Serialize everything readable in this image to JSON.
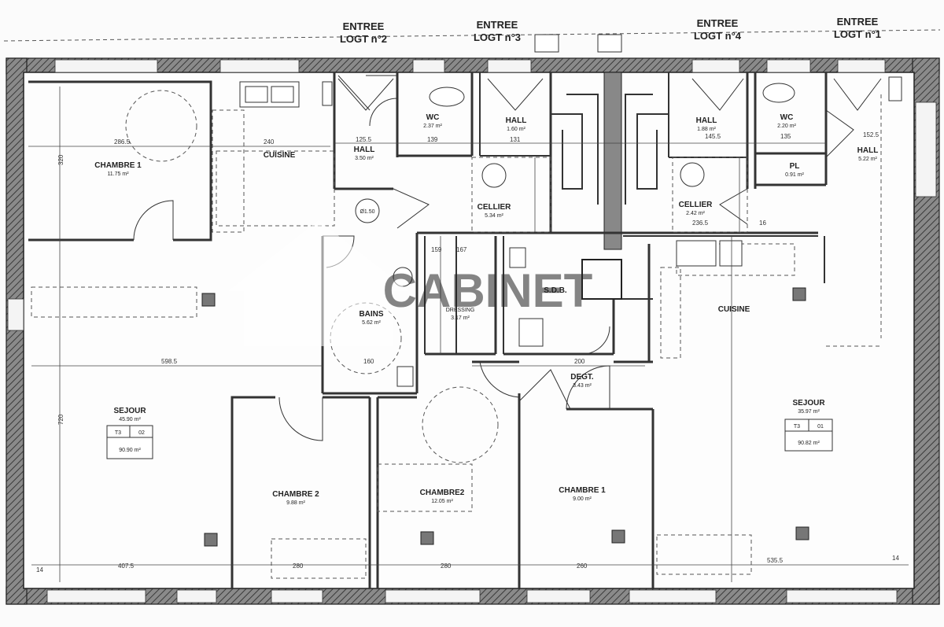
{
  "entries": [
    {
      "line1": "ENTREE",
      "line2": "LOGT n°2"
    },
    {
      "line1": "ENTREE",
      "line2": "LOGT n°3"
    },
    {
      "line1": "ENTREE",
      "line2": "LOGT n°4"
    },
    {
      "line1": "ENTREE",
      "line2": "LOGT n°1"
    }
  ],
  "left_unit": {
    "chambre1": {
      "name": "CHAMBRE 1",
      "area": "11.75 m²"
    },
    "cuisine": {
      "name": "CUISINE"
    },
    "hall": {
      "name": "HALL",
      "area": "3.50 m²"
    },
    "wc": {
      "name": "WC",
      "area": "2.37 m²"
    },
    "sejour": {
      "name": "SEJOUR",
      "area": "45.90 m²"
    },
    "tag": {
      "type": "T3",
      "num": "02",
      "total": "90.90 m²"
    },
    "chambre2": {
      "name": "CHAMBRE 2",
      "area": "9.88 m²"
    },
    "bains": {
      "name": "BAINS",
      "area": "5.62 m²"
    },
    "dressing": {
      "name": "DRESSING",
      "area": "3.17 m²"
    },
    "turning": "Ø1.50"
  },
  "center": {
    "hall3": {
      "name": "HALL",
      "area": "1.60 m²"
    },
    "cellier3": {
      "name": "CELLIER",
      "area": "5.34 m²"
    },
    "hall4": {
      "name": "HALL",
      "area": "1.88 m²"
    },
    "cellier4": {
      "name": "CELLIER",
      "area": "2.42 m²"
    },
    "chambre_mid": {
      "name": "CHAMBRE2",
      "area": "12.05 m²"
    },
    "chambre1r": {
      "name": "CHAMBRE 1",
      "area": "9.00 m²"
    },
    "degt": {
      "name": "DEGT.",
      "area": "3.43 m²"
    },
    "sdb": {
      "name": "S.D.B."
    }
  },
  "right_unit": {
    "wc": {
      "name": "WC",
      "area": "2.20 m²"
    },
    "hall": {
      "name": "HALL",
      "area": "5.22 m²"
    },
    "pl": {
      "name": "PL",
      "area": "0.91 m²"
    },
    "cuisine": {
      "name": "CUISINE"
    },
    "sejour": {
      "name": "SEJOUR",
      "area": "35.97 m²"
    },
    "tag": {
      "type": "T3",
      "num": "01",
      "total": "90.82 m²"
    }
  },
  "dims": {
    "d1": "286.5",
    "d2": "240",
    "d3": "125.5",
    "d4": "139",
    "d5": "131",
    "d6": "145.5",
    "d7": "135",
    "d8": "152.5",
    "d9": "236.5",
    "d10": "598.5",
    "d11": "200",
    "d12": "160",
    "d13": "407.5",
    "d14": "280",
    "d15": "280",
    "d16": "260",
    "d17": "535.5",
    "d18": "14",
    "d19": "14",
    "d20": "720",
    "d21": "320",
    "d22": "16",
    "d23": "167",
    "d24": "159"
  },
  "watermark": "CABINET"
}
